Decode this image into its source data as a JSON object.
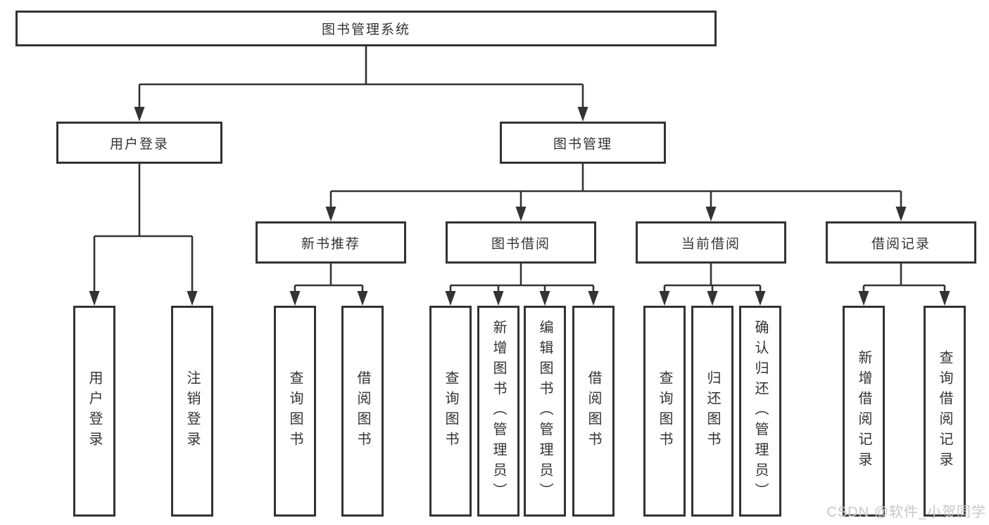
{
  "tree": {
    "root": {
      "label": "图书管理系统"
    },
    "branches": [
      {
        "label": "用户登录",
        "children": [
          {
            "label": "用户登录"
          },
          {
            "label": "注销登录"
          }
        ]
      },
      {
        "label": "图书管理",
        "groups": [
          {
            "label": "新书推荐",
            "children": [
              {
                "label": "查询图书"
              },
              {
                "label": "借阅图书"
              }
            ]
          },
          {
            "label": "图书借阅",
            "children": [
              {
                "label": "查询图书"
              },
              {
                "label": "新增图书（管理员）"
              },
              {
                "label": "编辑图书（管理员）"
              },
              {
                "label": "借阅图书"
              }
            ]
          },
          {
            "label": "当前借阅",
            "children": [
              {
                "label": "查询图书"
              },
              {
                "label": "归还图书"
              },
              {
                "label": "确认归还（管理员）"
              }
            ]
          },
          {
            "label": "借阅记录",
            "children": [
              {
                "label": "新增借阅记录"
              },
              {
                "label": "查询借阅记录"
              }
            ]
          }
        ]
      }
    ]
  },
  "watermark": "CSDN @软件_小贺同学",
  "colors": {
    "line": "#333333",
    "text": "#333333",
    "background": "#ffffff",
    "watermark": "#c7c7c7"
  }
}
